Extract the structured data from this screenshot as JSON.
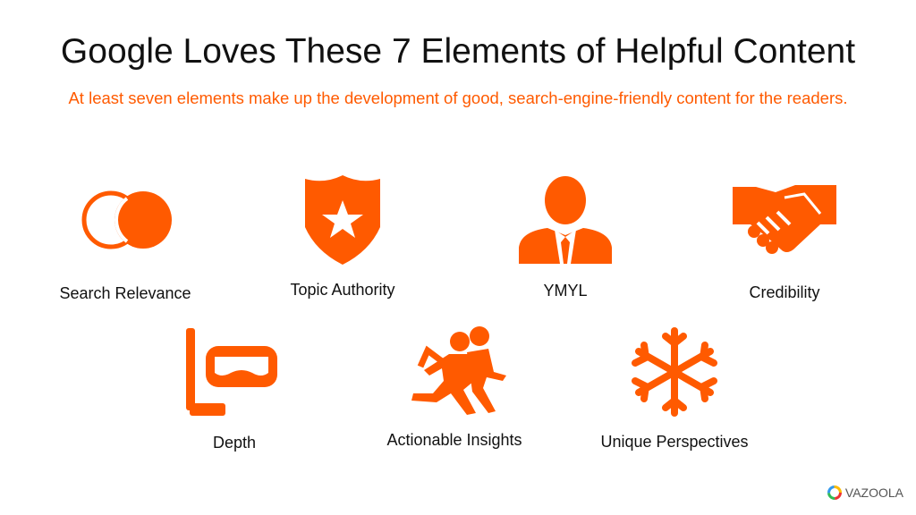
{
  "title": "Google Loves These 7 Elements of Helpful Content",
  "subtitle": "At least seven elements make up the development of good, search-engine-friendly content for the readers.",
  "accent": "#ff5a00",
  "items": [
    {
      "label": "Search Relevance",
      "icon": "venn-circles-icon"
    },
    {
      "label": "Topic Authority",
      "icon": "shield-star-icon"
    },
    {
      "label": "YMYL",
      "icon": "businessman-icon"
    },
    {
      "label": "Credibility",
      "icon": "handshake-icon"
    },
    {
      "label": "Depth",
      "icon": "snorkel-mask-icon"
    },
    {
      "label": "Actionable Insights",
      "icon": "running-people-icon"
    },
    {
      "label": "Unique Perspectives",
      "icon": "snowflake-icon"
    }
  ],
  "logo": "VAZOOLA"
}
